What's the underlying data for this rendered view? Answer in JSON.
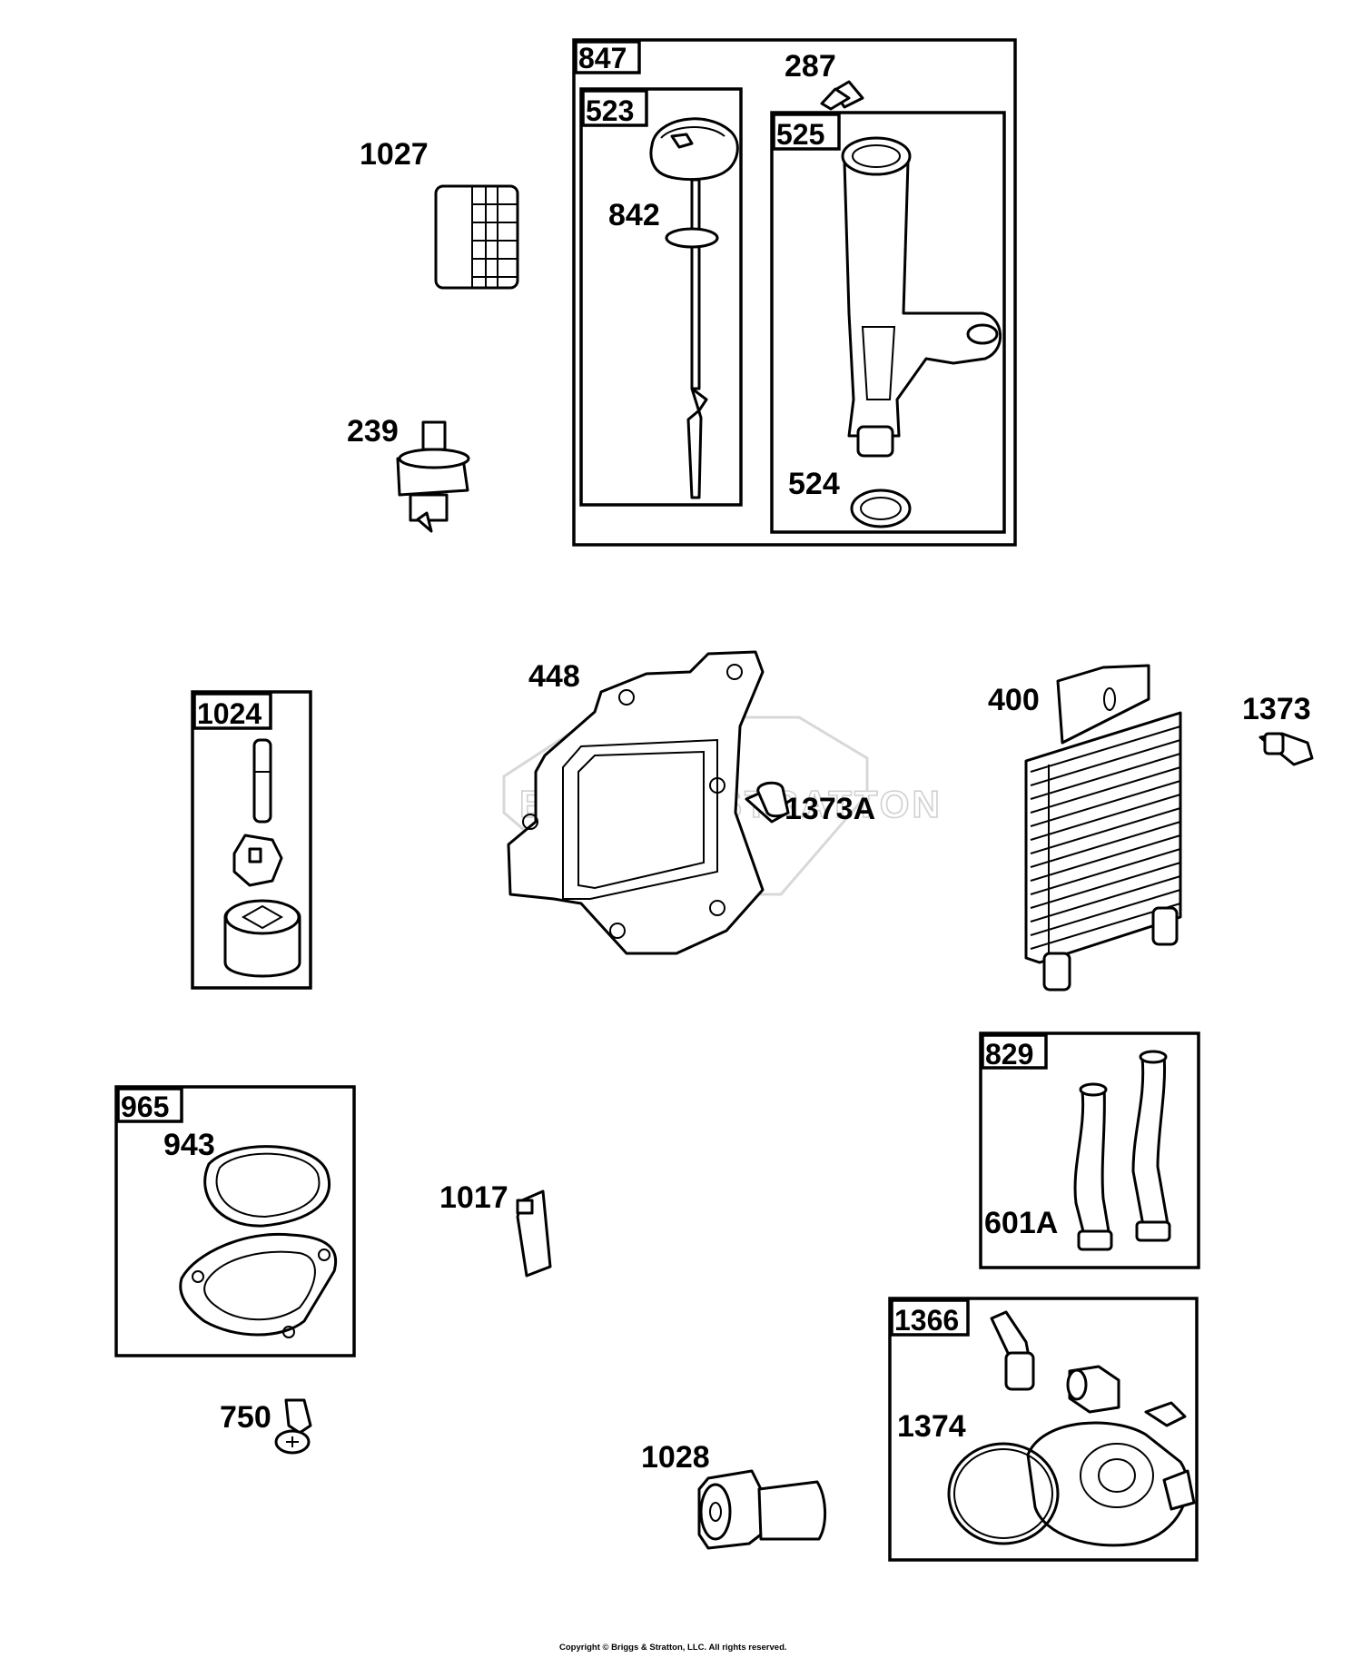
{
  "copyright": "Copyright © Briggs & Stratton, LLC. All rights reserved.",
  "watermark": {
    "brand": "BRIGGS&STRATTON",
    "color": "#d8d8d8"
  },
  "colors": {
    "line": "#000000",
    "background": "#ffffff"
  },
  "group_tags": {
    "g847": "847",
    "g523": "523",
    "g525": "525",
    "g1024": "1024",
    "g965": "965",
    "g829": "829",
    "g1366": "1366"
  },
  "labels": {
    "p1027": "1027",
    "p287": "287",
    "p842": "842",
    "p239": "239",
    "p524": "524",
    "p448": "448",
    "p400": "400",
    "p1373": "1373",
    "p1373A": "1373A",
    "p943": "943",
    "p1017": "1017",
    "p601A": "601A",
    "p750": "750",
    "p1374": "1374",
    "p1028": "1028"
  }
}
